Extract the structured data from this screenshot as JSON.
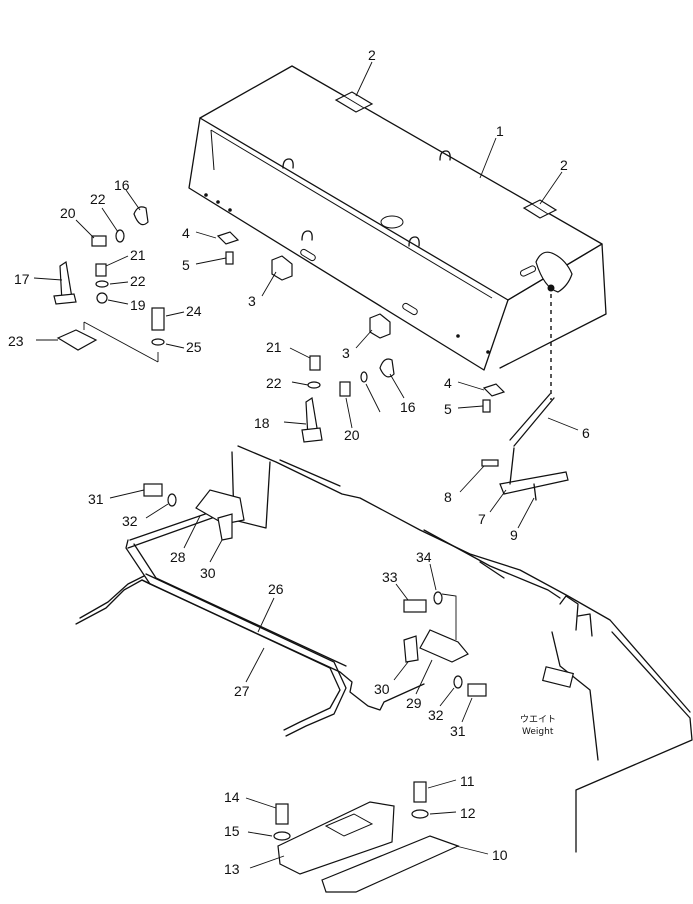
{
  "callouts": [
    {
      "id": "c1",
      "label": "1"
    },
    {
      "id": "c2a",
      "label": "2"
    },
    {
      "id": "c2b",
      "label": "2"
    },
    {
      "id": "c3a",
      "label": "3"
    },
    {
      "id": "c3b",
      "label": "3"
    },
    {
      "id": "c4a",
      "label": "4"
    },
    {
      "id": "c4b",
      "label": "4"
    },
    {
      "id": "c5a",
      "label": "5"
    },
    {
      "id": "c5b",
      "label": "5"
    },
    {
      "id": "c6",
      "label": "6"
    },
    {
      "id": "c7",
      "label": "7"
    },
    {
      "id": "c8",
      "label": "8"
    },
    {
      "id": "c9",
      "label": "9"
    },
    {
      "id": "c10",
      "label": "10"
    },
    {
      "id": "c11",
      "label": "11"
    },
    {
      "id": "c12",
      "label": "12"
    },
    {
      "id": "c13",
      "label": "13"
    },
    {
      "id": "c14",
      "label": "14"
    },
    {
      "id": "c15",
      "label": "15"
    },
    {
      "id": "c16a",
      "label": "16"
    },
    {
      "id": "c16b",
      "label": "16"
    },
    {
      "id": "c17",
      "label": "17"
    },
    {
      "id": "c18",
      "label": "18"
    },
    {
      "id": "c19",
      "label": "19"
    },
    {
      "id": "c20a",
      "label": "20"
    },
    {
      "id": "c20b",
      "label": "20"
    },
    {
      "id": "c21a",
      "label": "21"
    },
    {
      "id": "c21b",
      "label": "21"
    },
    {
      "id": "c22a",
      "label": "22"
    },
    {
      "id": "c22b",
      "label": "22"
    },
    {
      "id": "c22c",
      "label": "22"
    },
    {
      "id": "c23",
      "label": "23"
    },
    {
      "id": "c24",
      "label": "24"
    },
    {
      "id": "c25",
      "label": "25"
    },
    {
      "id": "c26",
      "label": "26"
    },
    {
      "id": "c27",
      "label": "27"
    },
    {
      "id": "c28",
      "label": "28"
    },
    {
      "id": "c29",
      "label": "29"
    },
    {
      "id": "c30a",
      "label": "30"
    },
    {
      "id": "c30b",
      "label": "30"
    },
    {
      "id": "c31a",
      "label": "31"
    },
    {
      "id": "c31b",
      "label": "31"
    },
    {
      "id": "c32a",
      "label": "32"
    },
    {
      "id": "c32b",
      "label": "32"
    },
    {
      "id": "c33",
      "label": "33"
    },
    {
      "id": "c34",
      "label": "34"
    }
  ],
  "weight_note": {
    "jp": "ウエイト",
    "en": "Weight"
  }
}
